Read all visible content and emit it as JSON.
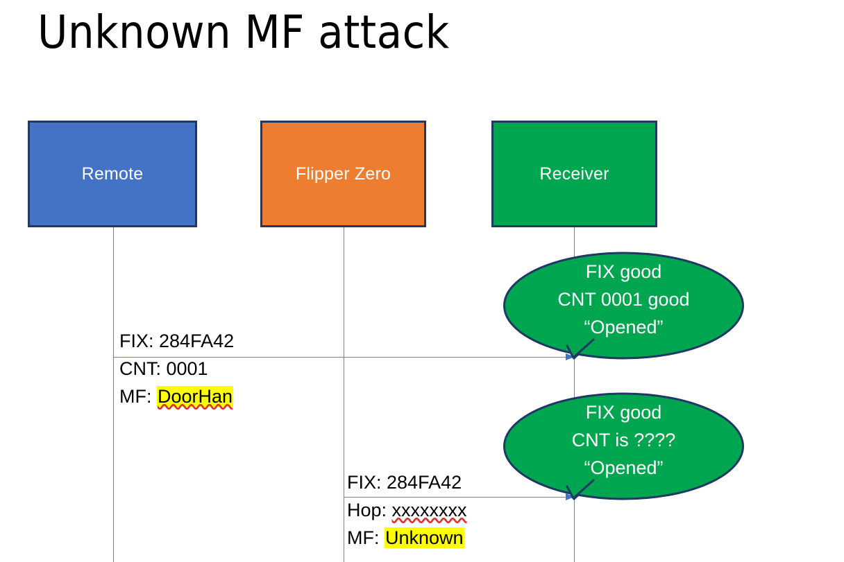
{
  "slide": {
    "title": "Unknown MF attack",
    "background_color": "#FFFFFF"
  },
  "colors": {
    "remote_blue": "#4472C4",
    "flipper_orange": "#ED7D31",
    "receiver_green": "#00A550",
    "box_border_navy": "#1F3864",
    "line_blue": "#5B84C4",
    "highlight_yellow": "#FFFF00",
    "spellcheck_red": "#E03030",
    "text_black": "#000000",
    "text_white": "#FFFFFF"
  },
  "actors": [
    {
      "id": "remote",
      "label": "Remote",
      "fill": "#4472C4"
    },
    {
      "id": "flipper",
      "label": "Flipper Zero",
      "fill": "#ED7D31"
    },
    {
      "id": "receiver",
      "label": "Receiver",
      "fill": "#00A550"
    }
  ],
  "messages": [
    {
      "id": "msg-1",
      "from": "remote",
      "to": "receiver",
      "lines": [
        {
          "prefix": "FIX: ",
          "value": "284FA42",
          "highlight": false,
          "spellcheck": false
        },
        {
          "prefix": "CNT: ",
          "value": "0001",
          "highlight": false,
          "spellcheck": false
        },
        {
          "prefix": "MF: ",
          "value": "DoorHan",
          "highlight": true,
          "spellcheck": true
        }
      ]
    },
    {
      "id": "msg-2",
      "from": "flipper",
      "to": "receiver",
      "lines": [
        {
          "prefix": "FIX: ",
          "value": "284FA42",
          "highlight": false,
          "spellcheck": false
        },
        {
          "prefix": "Hop: ",
          "value": "xxxxxxxx",
          "highlight": false,
          "spellcheck": true
        },
        {
          "prefix": "MF: ",
          "value": "Unknown",
          "highlight": true,
          "spellcheck": false
        }
      ]
    }
  ],
  "bubbles": [
    {
      "id": "bubble-1",
      "owner": "receiver",
      "fill": "#00A550",
      "lines": [
        "FIX good",
        "CNT 0001 good",
        "“Opened”"
      ]
    },
    {
      "id": "bubble-2",
      "owner": "receiver",
      "fill": "#00A550",
      "lines": [
        "FIX good",
        "CNT is ????",
        "“Opened”"
      ]
    }
  ]
}
